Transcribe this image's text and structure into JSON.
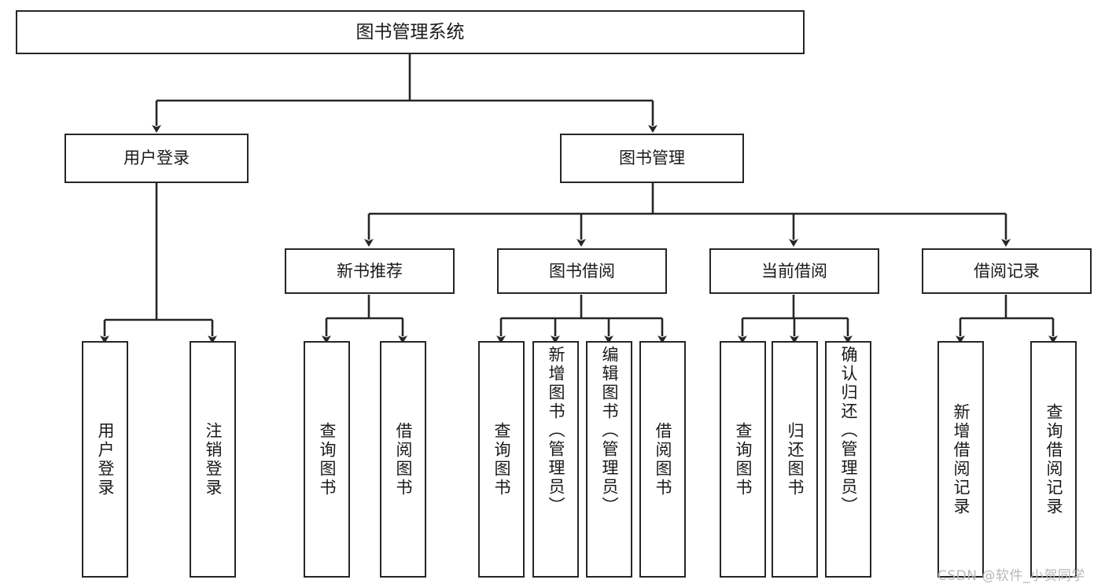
{
  "diagram": {
    "title": "图书管理系统",
    "type": "hierarchy-tree",
    "root": {
      "label": "图书管理系统",
      "children": [
        {
          "label": "用户登录",
          "children": [
            {
              "label": "用户登录"
            },
            {
              "label": "注销登录"
            }
          ]
        },
        {
          "label": "图书管理",
          "children": [
            {
              "label": "新书推荐",
              "children": [
                {
                  "label": "查询图书"
                },
                {
                  "label": "借阅图书"
                }
              ]
            },
            {
              "label": "图书借阅",
              "children": [
                {
                  "label": "查询图书"
                },
                {
                  "label": "新增图书（管理员）"
                },
                {
                  "label": "编辑图书（管理员）"
                },
                {
                  "label": "借阅图书"
                }
              ]
            },
            {
              "label": "当前借阅",
              "children": [
                {
                  "label": "查询图书"
                },
                {
                  "label": "归还图书"
                },
                {
                  "label": "确认归还（管理员）"
                }
              ]
            },
            {
              "label": "借阅记录",
              "children": [
                {
                  "label": "新增借阅记录"
                },
                {
                  "label": "查询借阅记录"
                }
              ]
            }
          ]
        }
      ]
    }
  },
  "nodes": {
    "root": "图书管理系统",
    "user_login": "用户登录",
    "book_manage": "图书管理",
    "new_book_rec": "新书推荐",
    "book_borrow": "图书借阅",
    "current_borrow": "当前借阅",
    "borrow_record": "借阅记录",
    "login_query": "用户登录",
    "logout": "注销登录",
    "rec_query_book": "查询图书",
    "rec_borrow_book": "借阅图书",
    "borrow_query_book": "查询图书",
    "borrow_add_book": "新增图书（管理员）",
    "borrow_edit_book": "编辑图书（管理员）",
    "borrow_borrow_book": "借阅图书",
    "cur_query_book": "查询图书",
    "cur_return_book": "归还图书",
    "cur_confirm_return": "确认归还（管理员）",
    "rec_add_record": "新增借阅记录",
    "rec_query_record": "查询借阅记录"
  },
  "watermark": "CSDN @软件_小贺同学",
  "colors": {
    "stroke": "#262626",
    "background": "#ffffff",
    "text": "#1a1a1a",
    "watermark": "#b8b8b8"
  }
}
